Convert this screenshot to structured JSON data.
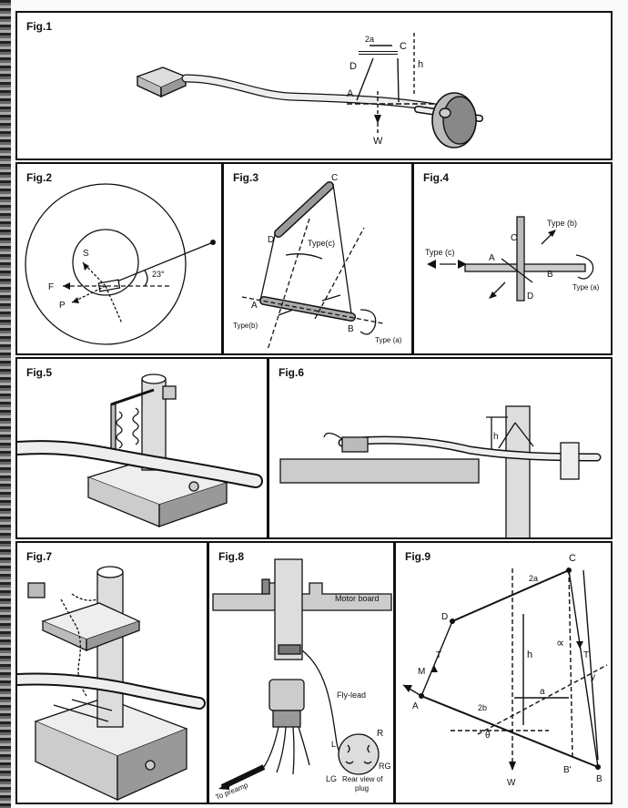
{
  "figures": {
    "fig1": {
      "label": "Fig.1",
      "twoA": "2a",
      "C": "C",
      "D": "D",
      "h": "h",
      "A": "A",
      "W": "W"
    },
    "fig2": {
      "label": "Fig.2",
      "S": "S",
      "F": "F",
      "P": "P",
      "angle": "23°"
    },
    "fig3": {
      "label": "Fig.3",
      "C": "C",
      "D": "D",
      "A": "A",
      "B": "B",
      "typeA": "Type (a)",
      "typeB": "Type(b)",
      "typeC": "Type(c)"
    },
    "fig4": {
      "label": "Fig.4",
      "A": "A",
      "B": "B",
      "C": "C",
      "D": "D",
      "typeA": "Type (a)",
      "typeB": "Type (b)",
      "typeC": "Type (c)"
    },
    "fig5": {
      "label": "Fig.5"
    },
    "fig6": {
      "label": "Fig.6",
      "h": "h"
    },
    "fig7": {
      "label": "Fig.7"
    },
    "fig8": {
      "label": "Fig.8",
      "motorBoard": "Motor board",
      "flyLead": "Fly-lead",
      "toPreamp": "To preamp",
      "R": "R",
      "L": "L",
      "RG": "RG",
      "LG": "LG",
      "rearView1": "Rear view of",
      "rearView2": "plug"
    },
    "fig9": {
      "label": "Fig.9",
      "twoA": "2a",
      "C": "C",
      "D": "D",
      "T1": "T",
      "T2": "T",
      "M": "M",
      "A": "A",
      "h": "h",
      "a": "a",
      "alpha": "∝",
      "y": "y",
      "twoB": "2b",
      "theta": "θ",
      "W": "W",
      "Bprime": "B'",
      "B": "B"
    }
  }
}
